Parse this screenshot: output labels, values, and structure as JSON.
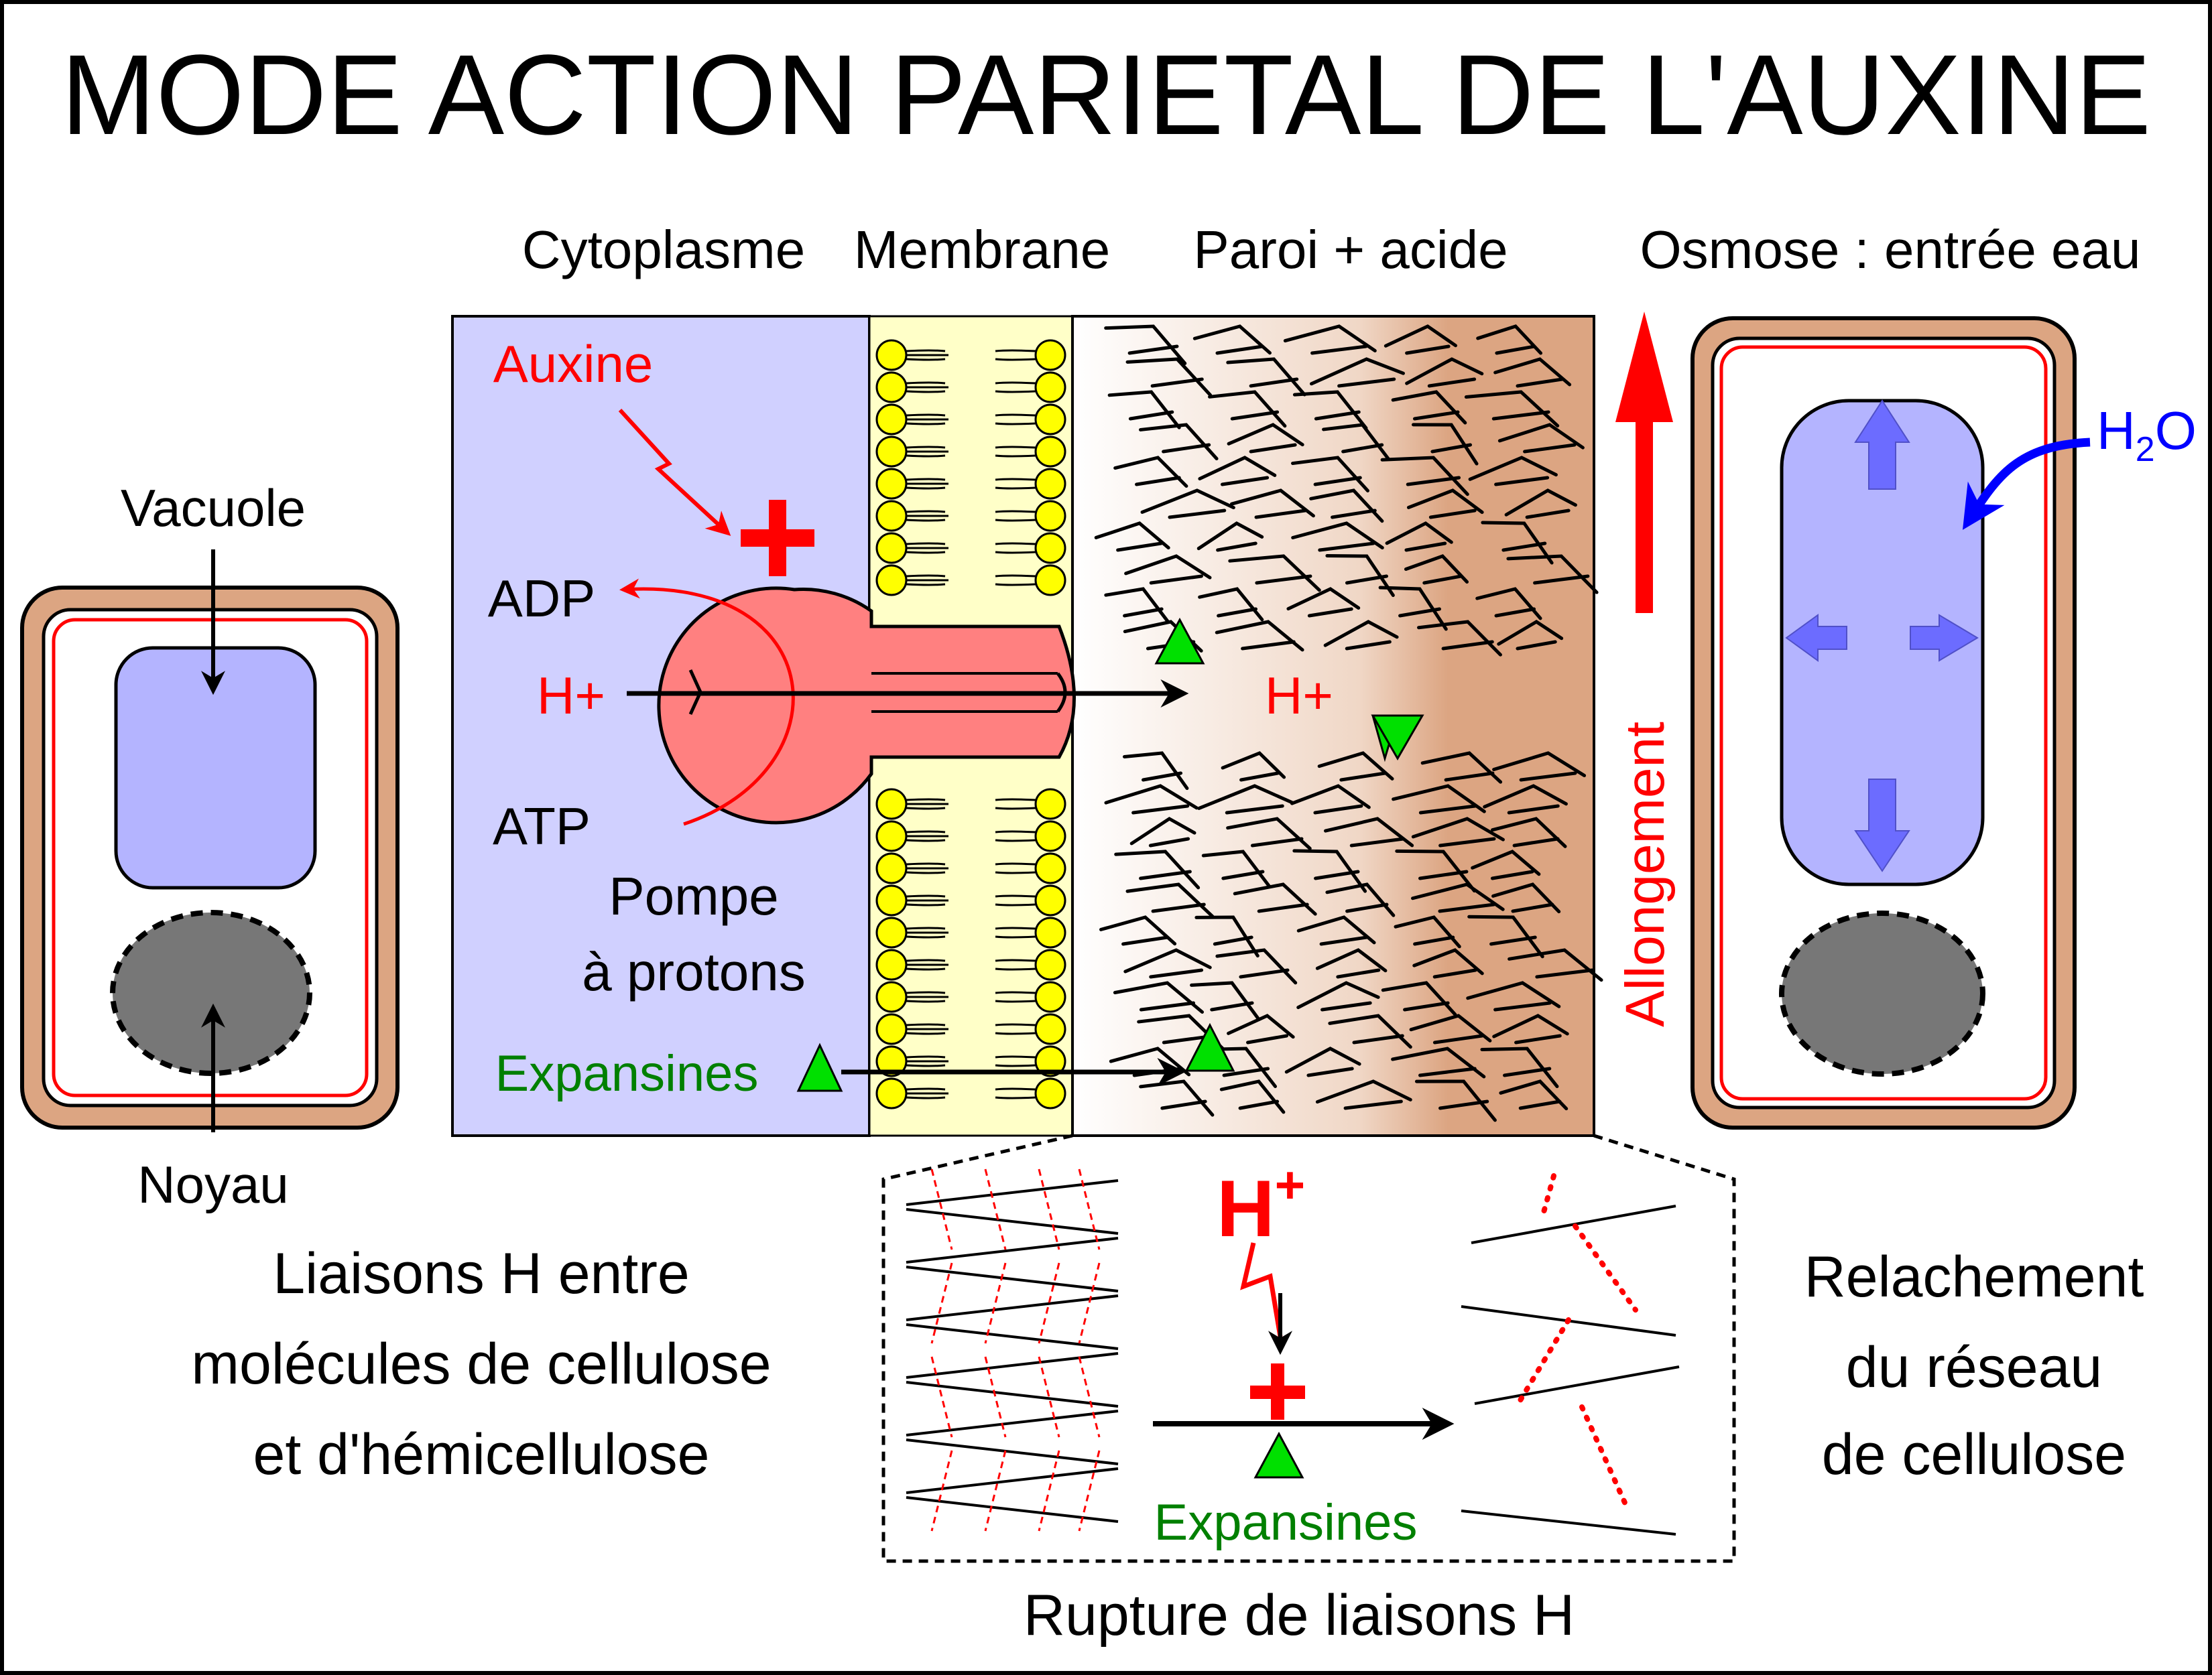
{
  "title": "MODE ACTION PARIETAL DE L'AUXINE",
  "headers": {
    "cytoplasm": "Cytoplasme",
    "membrane": "Membrane",
    "wall": "Paroi + acide",
    "osmosis": "Osmose : entrée eau"
  },
  "left_cell": {
    "vacuole": "Vacuole",
    "nucleus": "Noyau"
  },
  "pump_area": {
    "auxin": "Auxine",
    "adp": "ADP",
    "atp": "ATP",
    "h_plus_in": "H+",
    "h_plus_out": "H+",
    "pump_line1": "Pompe",
    "pump_line2": "à protons",
    "expansins": "Expansines"
  },
  "elongation": "Allongement",
  "right_cell": {
    "water": "H",
    "water_sub": "2",
    "water_end": "O"
  },
  "zoom": {
    "left_line1": "Liaisons H entre",
    "left_line2": "molécules de cellulose",
    "left_line3": "et d'hémicellulose",
    "h_plus": "H",
    "h_plus_sup": "+",
    "expansins": "Expansines",
    "caption": "Rupture de liaisons H",
    "right_line1": "Relachement",
    "right_line2": "du réseau",
    "right_line3": "de cellulose"
  },
  "colors": {
    "cytoplasm": "#d0d0ff",
    "membrane": "#ffffc8",
    "lipid_head": "#ffff00",
    "wall": "#dca582",
    "vacuole": "#b4b4ff",
    "nucleus": "#777777",
    "pump": "#ff8080",
    "red": "#ff0000",
    "green": "#00ff00",
    "blue": "#0000ff"
  }
}
